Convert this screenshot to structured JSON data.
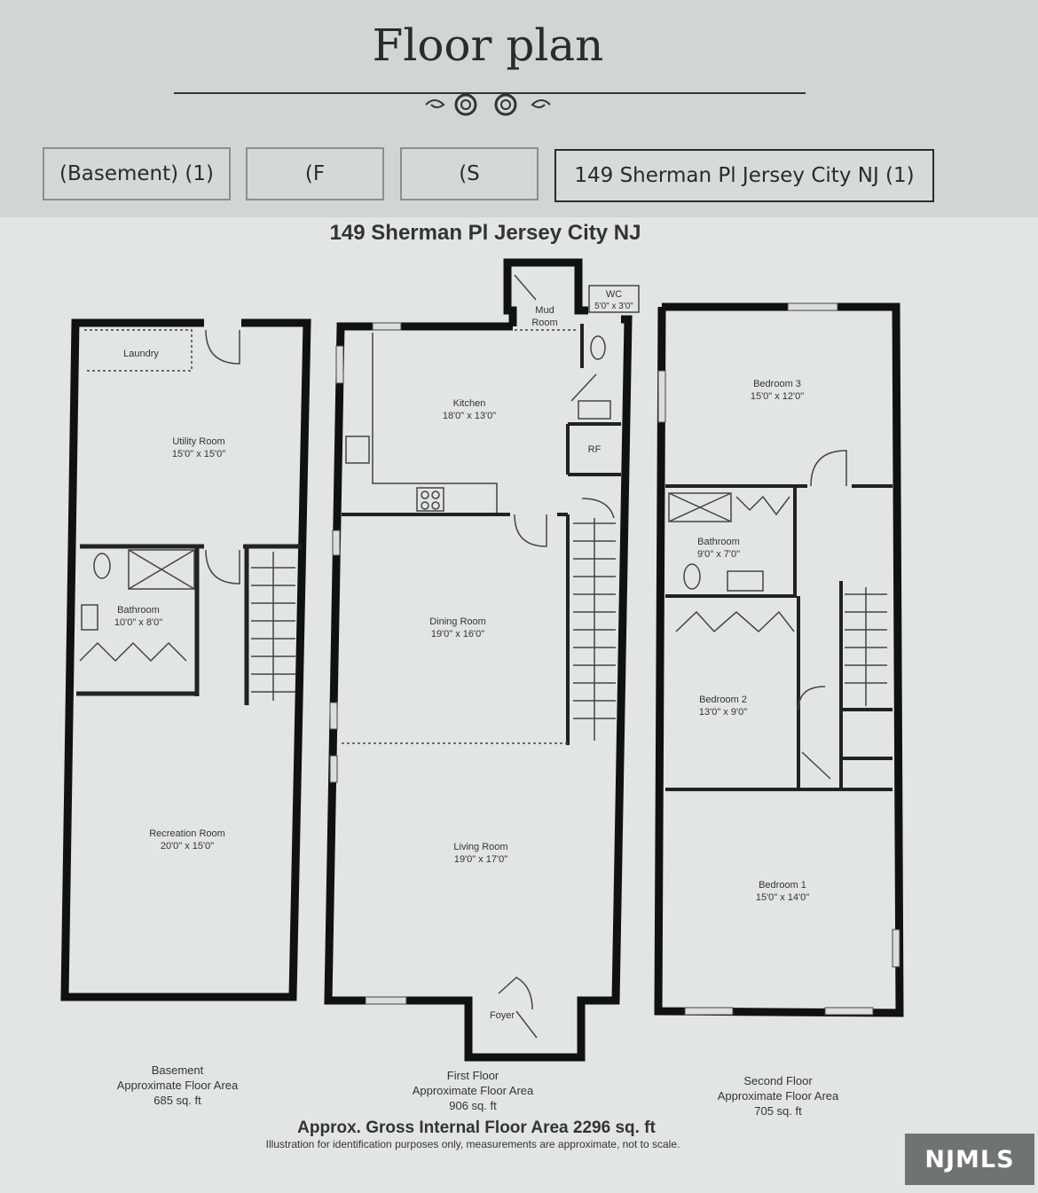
{
  "page_title": "Floor plan",
  "tabs": [
    {
      "label": "(Basement) (1)",
      "active": false
    },
    {
      "label": "(F",
      "active": false
    },
    {
      "label": "(S",
      "active": false
    },
    {
      "label": "149 Sherman Pl Jersey City NJ (1)",
      "active": true
    }
  ],
  "plan": {
    "heading": "149 Sherman Pl Jersey City NJ",
    "rooms": {
      "laundry": "Laundry",
      "utility": {
        "name": "Utility Room",
        "dims": "15'0\" x 15'0\""
      },
      "bath_b": {
        "name": "Bathroom",
        "dims": "10'0\" x 8'0\""
      },
      "recreation": {
        "name": "Recreation Room",
        "dims": "20'0\" x 15'0\""
      },
      "mud": {
        "name": "Mud",
        "name2": "Room"
      },
      "wc": {
        "name": "WC",
        "dims": "5'0\" x 3'0\""
      },
      "kitchen": {
        "name": "Kitchen",
        "dims": "18'0\" x 13'0\""
      },
      "rf": "RF",
      "dining": {
        "name": "Dining Room",
        "dims": "19'0\" x 16'0\""
      },
      "living": {
        "name": "Living Room",
        "dims": "19'0\" x 17'0\""
      },
      "foyer": "Foyer",
      "bed3": {
        "name": "Bedroom 3",
        "dims": "15'0\" x 12'0\""
      },
      "bath2": {
        "name": "Bathroom",
        "dims": "9'0\" x 7'0\""
      },
      "bed2": {
        "name": "Bedroom 2",
        "dims": "13'0\" x 9'0\""
      },
      "bed1": {
        "name": "Bedroom 1",
        "dims": "15'0\" x 14'0\""
      }
    },
    "captions": {
      "basement": [
        "Basement",
        "Approximate Floor Area",
        "685 sq. ft"
      ],
      "first": [
        "First Floor",
        "Approximate Floor Area",
        "906 sq. ft"
      ],
      "second": [
        "Second Floor",
        "Approximate Floor Area",
        "705 sq. ft"
      ]
    },
    "gross": "Approx. Gross Internal Floor Area 2296 sq. ft",
    "disclaimer": "Illustration for identification purposes only, measurements are approximate, not to scale."
  },
  "watermark": "NJMLS"
}
